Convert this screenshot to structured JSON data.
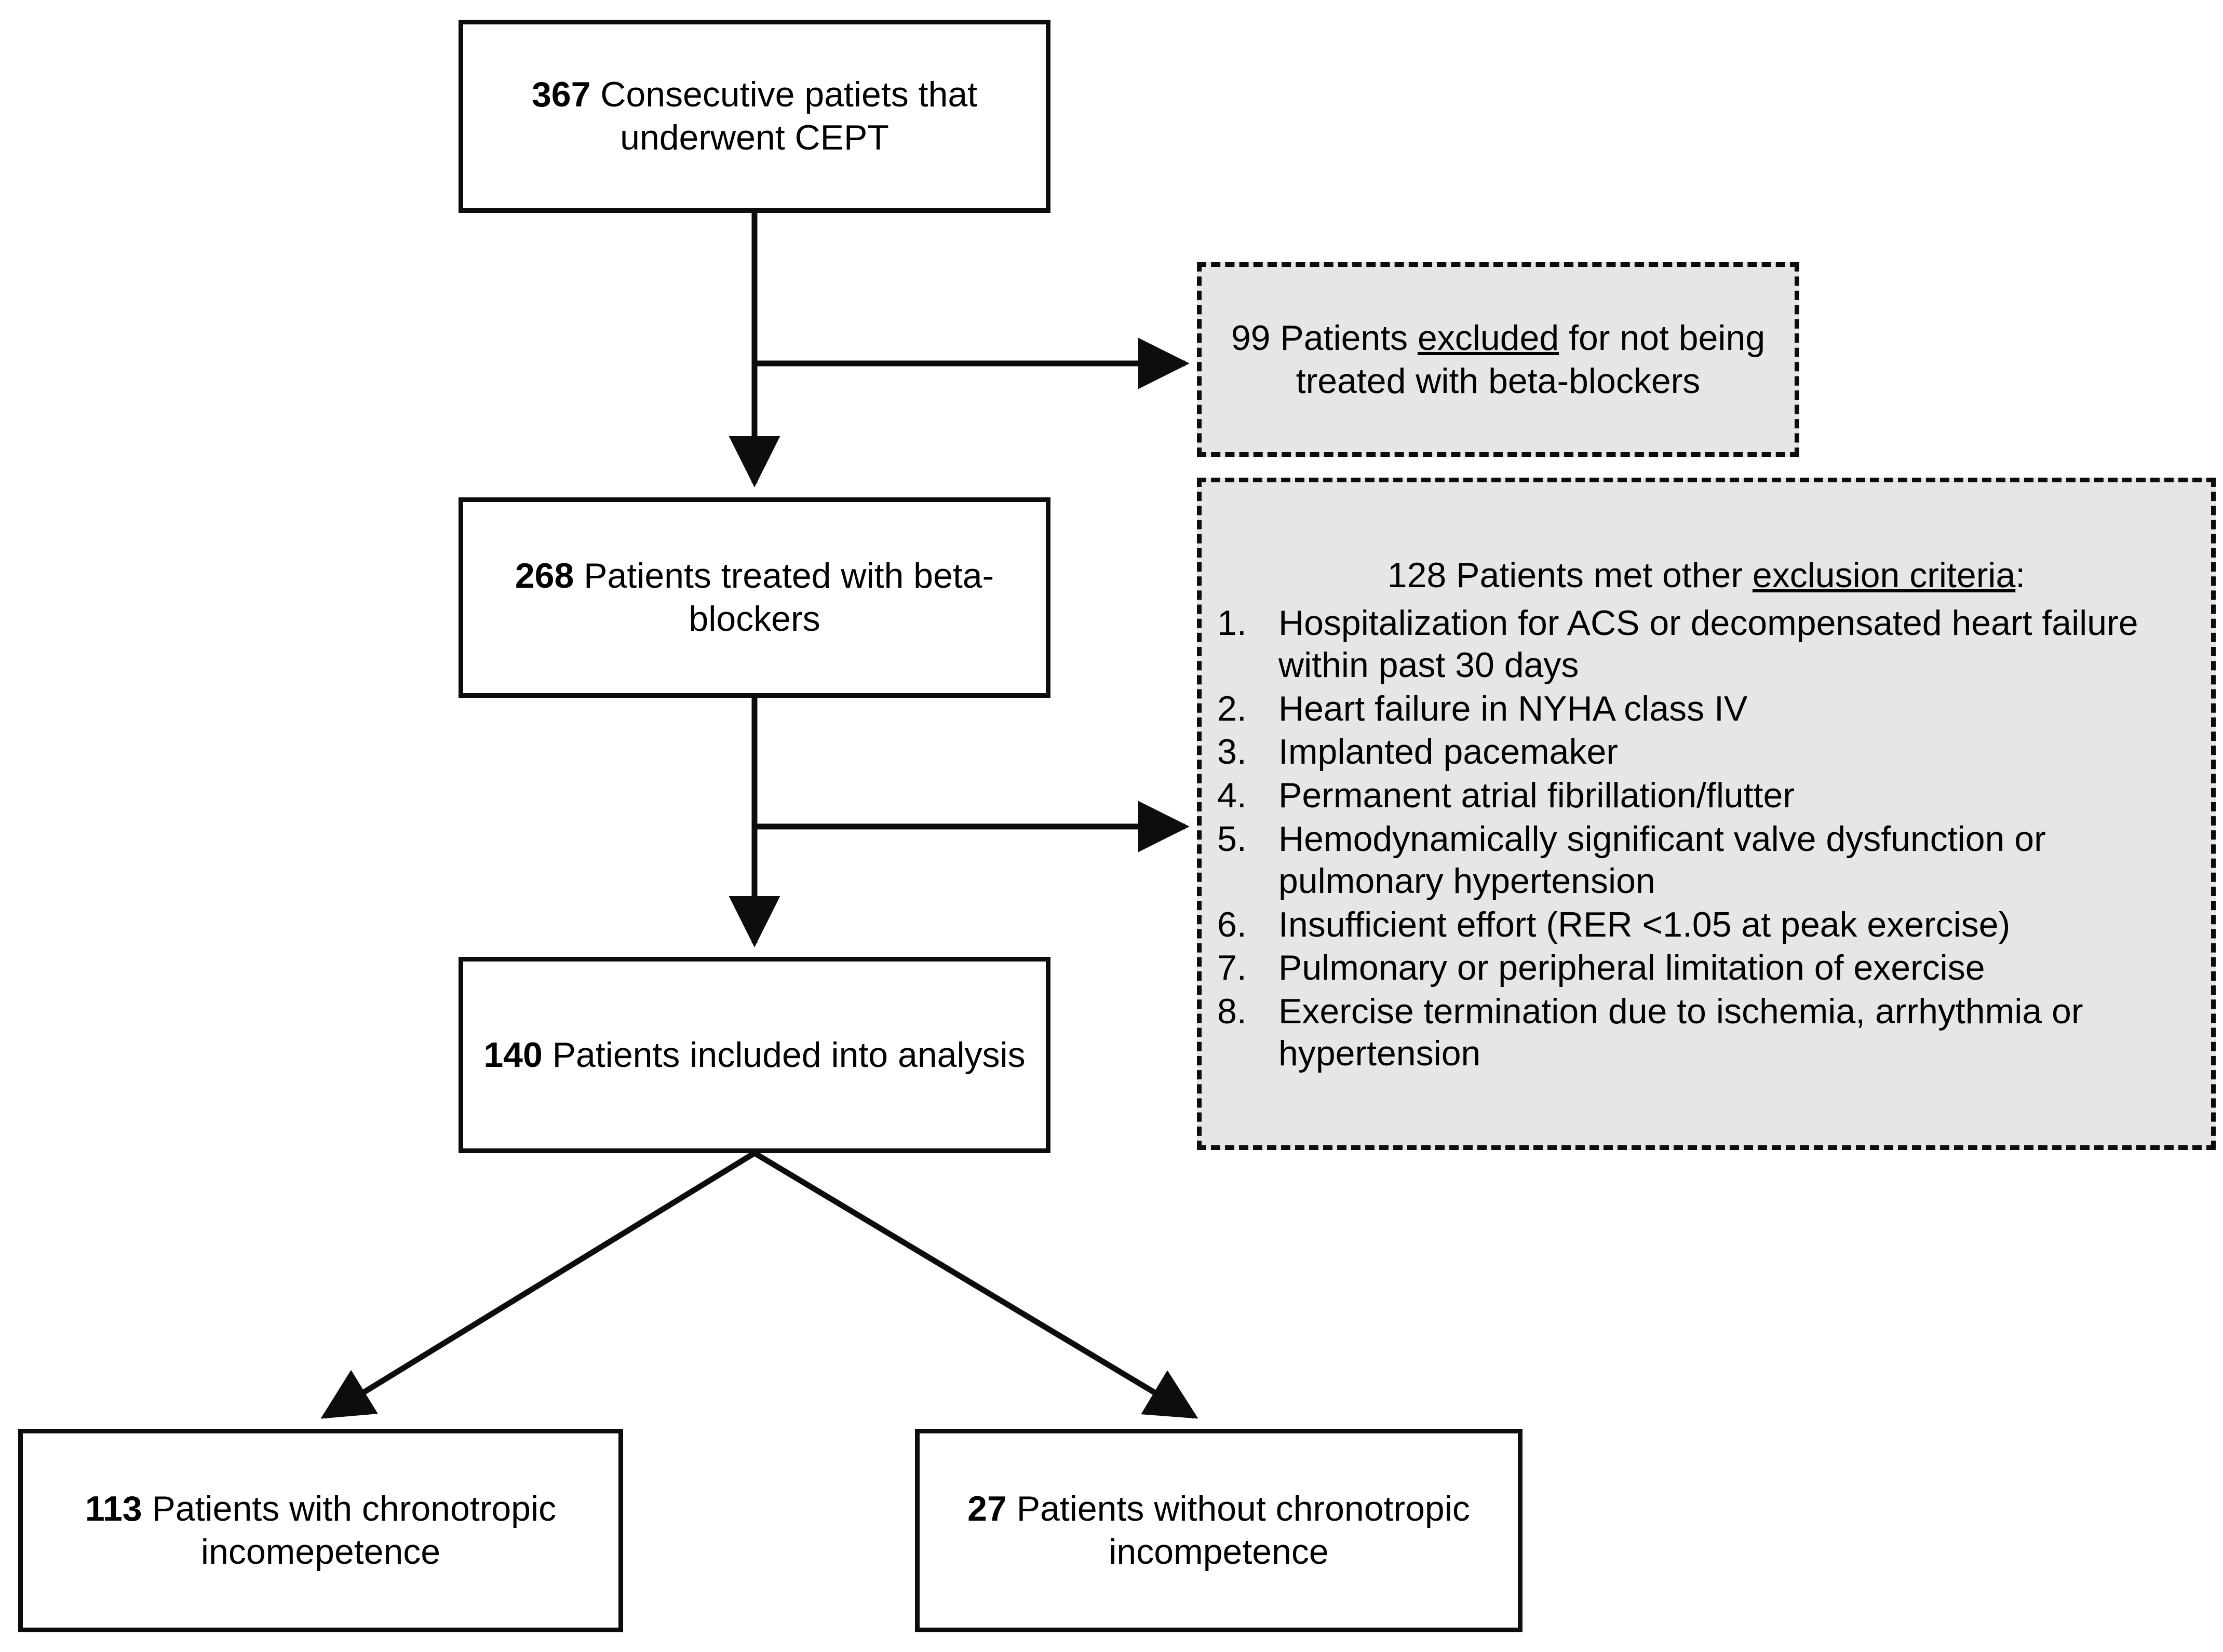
{
  "diagram": {
    "type": "flowchart",
    "title": "Patient enrollment and exclusion flow diagram",
    "colors": {
      "box_fill": "#ffffff",
      "dashed_box_fill": "#e6e6e6",
      "stroke": "#0d0d0d",
      "text": "#000000"
    }
  },
  "nodes": {
    "enrolled": {
      "count": "367",
      "text": " Consecutive patiets that underwent CEPT",
      "style": "solid"
    },
    "treated": {
      "count": "268",
      "text": " Patients treated with beta-blockers",
      "style": "solid"
    },
    "included": {
      "count": "140",
      "text": " Patients included into analysis",
      "style": "solid"
    },
    "with_ci": {
      "count": "113",
      "text": " Patients with chronotropic incomepetence",
      "style": "solid"
    },
    "without_ci": {
      "count": "27",
      "text": " Patients without chronotropic incompetence",
      "style": "solid"
    },
    "excluded_bb": {
      "prefix": "99 Patients ",
      "underlined": "excluded",
      "suffix": " for not being treated with beta-blockers",
      "style": "dashed"
    },
    "excluded_criteria": {
      "head_prefix": "128 Patients met other ",
      "head_underlined": "exclusion criteria",
      "head_suffix": ":",
      "style": "dashed",
      "items": [
        {
          "marker": "1.",
          "text": "Hospitalization for ACS or decompensated heart failure within past 30 days"
        },
        {
          "marker": "2.",
          "text": "Heart failure in NYHA class IV"
        },
        {
          "marker": "3.",
          "text": "Implanted pacemaker"
        },
        {
          "marker": "4.",
          "text": "Permanent atrial fibrillation/flutter"
        },
        {
          "marker": "5.",
          "text": "Hemodynamically significant valve dysfunction or pulmonary hypertension"
        },
        {
          "marker": "6.",
          "text": "Insufficient effort (RER <1.05 at peak exercise)"
        },
        {
          "marker": "7.",
          "text": "Pulmonary or peripheral limitation of exercise"
        },
        {
          "marker": "8.",
          "text": "Exercise termination due to ischemia, arrhythmia or hypertension"
        }
      ]
    }
  },
  "connectors": [
    {
      "name": "enrolled-to-treated",
      "kind": "vertical-arrow"
    },
    {
      "name": "enrolled-to-excluded-bb",
      "kind": "horizontal-arrow"
    },
    {
      "name": "treated-to-included",
      "kind": "vertical-arrow"
    },
    {
      "name": "treated-to-excluded-criteria",
      "kind": "horizontal-arrow"
    },
    {
      "name": "included-to-with-ci",
      "kind": "diagonal-arrow"
    },
    {
      "name": "included-to-without-ci",
      "kind": "diagonal-arrow"
    }
  ]
}
